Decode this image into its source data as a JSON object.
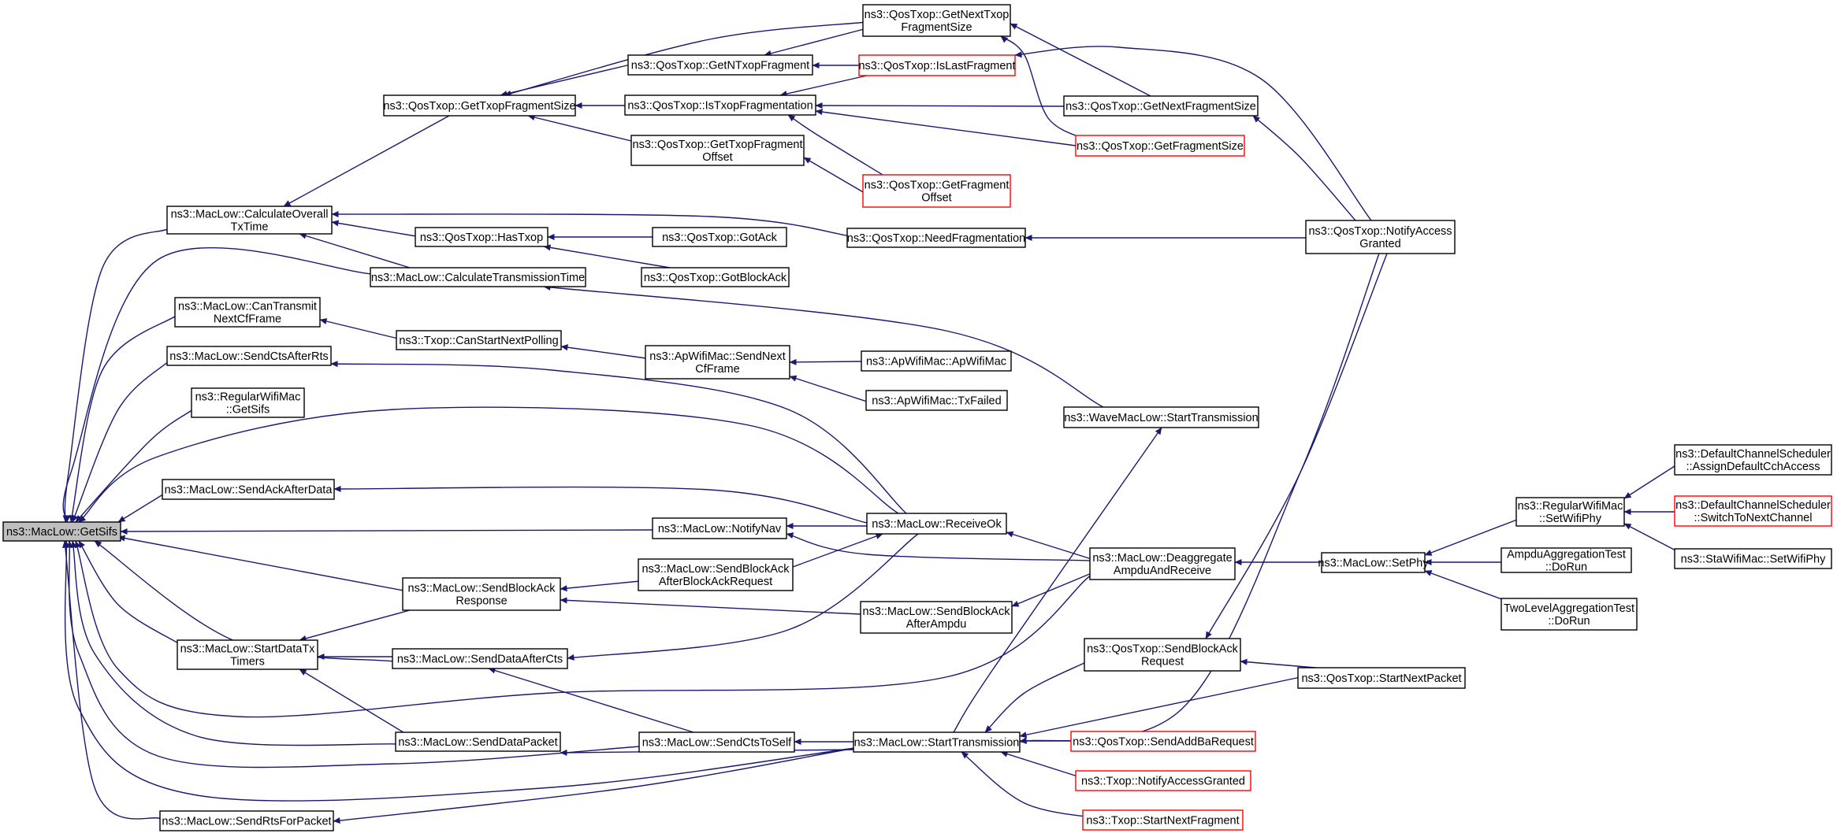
{
  "colors": {
    "edge": "#191970",
    "root_fill": "#bfbfbf",
    "truncated_border": "#ff0000",
    "border": "#000000"
  },
  "nodes": [
    {
      "id": "getsifs",
      "lines": [
        "ns3::MacLow::GetSifs"
      ],
      "root": true
    },
    {
      "id": "calcoverall",
      "lines": [
        "ns3::MacLow::CalculateOverall",
        "TxTime"
      ]
    },
    {
      "id": "cantransmit",
      "lines": [
        "ns3::MacLow::CanTransmit",
        "NextCfFrame"
      ]
    },
    {
      "id": "sendctsafterrts",
      "lines": [
        "ns3::MacLow::SendCtsAfterRts"
      ]
    },
    {
      "id": "regulargetsifs",
      "lines": [
        "ns3::RegularWifiMac",
        "::GetSifs"
      ]
    },
    {
      "id": "sendackafterdata",
      "lines": [
        "ns3::MacLow::SendAckAfterData"
      ]
    },
    {
      "id": "startdatatx",
      "lines": [
        "ns3::MacLow::StartDataTx",
        "Timers"
      ]
    },
    {
      "id": "sendrtsforpacket",
      "lines": [
        "ns3::MacLow::SendRtsForPacket"
      ]
    },
    {
      "id": "gettxopfragsize",
      "lines": [
        "ns3::QosTxop::GetTxopFragmentSize"
      ]
    },
    {
      "id": "hastxop",
      "lines": [
        "ns3::QosTxop::HasTxop"
      ]
    },
    {
      "id": "calctransmissiontime",
      "lines": [
        "ns3::MacLow::CalculateTransmissionTime"
      ]
    },
    {
      "id": "canstartnextpolling",
      "lines": [
        "ns3::Txop::CanStartNextPolling"
      ]
    },
    {
      "id": "sendblockackresponse",
      "lines": [
        "ns3::MacLow::SendBlockAck",
        "Response"
      ]
    },
    {
      "id": "senddataafterCts",
      "lines": [
        "ns3::MacLow::SendDataAfterCts"
      ]
    },
    {
      "id": "senddatapacket",
      "lines": [
        "ns3::MacLow::SendDataPacket"
      ]
    },
    {
      "id": "getnfragment",
      "lines": [
        "ns3::QosTxop::GetNTxopFragment"
      ]
    },
    {
      "id": "istxopfrag",
      "lines": [
        "ns3::QosTxop::IsTxopFragmentation"
      ]
    },
    {
      "id": "gettxopfragoffset",
      "lines": [
        "ns3::QosTxop::GetTxopFragment",
        "Offset"
      ]
    },
    {
      "id": "gotack",
      "lines": [
        "ns3::QosTxop::GotAck"
      ]
    },
    {
      "id": "gotblockack",
      "lines": [
        "ns3::QosTxop::GotBlockAck"
      ]
    },
    {
      "id": "apsendnextcf",
      "lines": [
        "ns3::ApWifiMac::SendNext",
        "CfFrame"
      ]
    },
    {
      "id": "notifynav",
      "lines": [
        "ns3::MacLow::NotifyNav"
      ]
    },
    {
      "id": "sendbaafterbar",
      "lines": [
        "ns3::MacLow::SendBlockAck",
        "AfterBlockAckRequest"
      ]
    },
    {
      "id": "sendctstoself",
      "lines": [
        "ns3::MacLow::SendCtsToSelf"
      ]
    },
    {
      "id": "getnexttxopfragsize",
      "lines": [
        "ns3::QosTxop::GetNextTxop",
        "FragmentSize"
      ]
    },
    {
      "id": "islastfragment",
      "lines": [
        "ns3::QosTxop::IsLastFragment"
      ],
      "truncated": true
    },
    {
      "id": "getfragoffset",
      "lines": [
        "ns3::QosTxop::GetFragment",
        "Offset"
      ],
      "truncated": true
    },
    {
      "id": "needfragmentation",
      "lines": [
        "ns3::QosTxop::NeedFragmentation"
      ]
    },
    {
      "id": "apwifimac",
      "lines": [
        "ns3::ApWifiMac::ApWifiMac"
      ]
    },
    {
      "id": "txfailed",
      "lines": [
        "ns3::ApWifiMac::TxFailed"
      ]
    },
    {
      "id": "receiveok",
      "lines": [
        "ns3::MacLow::ReceiveOk"
      ]
    },
    {
      "id": "sendbaafterampdu",
      "lines": [
        "ns3::MacLow::SendBlockAck",
        "AfterAmpdu"
      ]
    },
    {
      "id": "starttransmission",
      "lines": [
        "ns3::MacLow::StartTransmission"
      ]
    },
    {
      "id": "wavestarttx",
      "lines": [
        "ns3::WaveMacLow::StartTransmission"
      ]
    },
    {
      "id": "getnextfragsize",
      "lines": [
        "ns3::QosTxop::GetNextFragmentSize"
      ]
    },
    {
      "id": "getfragsize",
      "lines": [
        "ns3::QosTxop::GetFragmentSize"
      ],
      "truncated": true
    },
    {
      "id": "deaggregate",
      "lines": [
        "ns3::MacLow::Deaggregate",
        "AmpduAndReceive"
      ]
    },
    {
      "id": "sendbarequest",
      "lines": [
        "ns3::QosTxop::SendBlockAck",
        "Request"
      ]
    },
    {
      "id": "sendaddba",
      "lines": [
        "ns3::QosTxop::SendAddBaRequest"
      ],
      "truncated": true
    },
    {
      "id": "txopnotify",
      "lines": [
        "ns3::Txop::NotifyAccessGranted"
      ],
      "truncated": true
    },
    {
      "id": "startnextfragment",
      "lines": [
        "ns3::Txop::StartNextFragment"
      ],
      "truncated": true
    },
    {
      "id": "notifyaccessgranted",
      "lines": [
        "ns3::QosTxop::NotifyAccess",
        "Granted"
      ]
    },
    {
      "id": "setphy",
      "lines": [
        "ns3::MacLow::SetPhy"
      ]
    },
    {
      "id": "startnextpacket",
      "lines": [
        "ns3::QosTxop::StartNextPacket"
      ]
    },
    {
      "id": "setwifiphy",
      "lines": [
        "ns3::RegularWifiMac",
        "::SetWifiPhy"
      ]
    },
    {
      "id": "ampdutest",
      "lines": [
        "AmpduAggregationTest",
        "::DoRun"
      ]
    },
    {
      "id": "twoleveltest",
      "lines": [
        "TwoLevelAggregationTest",
        "::DoRun"
      ]
    },
    {
      "id": "assigndefault",
      "lines": [
        "ns3::DefaultChannelScheduler",
        "::AssignDefaultCchAccess"
      ]
    },
    {
      "id": "switchtonext",
      "lines": [
        "ns3::DefaultChannelScheduler",
        "::SwitchToNextChannel"
      ],
      "truncated": true
    },
    {
      "id": "stasetwifiphy",
      "lines": [
        "ns3::StaWifiMac::SetWifiPhy"
      ]
    }
  ]
}
